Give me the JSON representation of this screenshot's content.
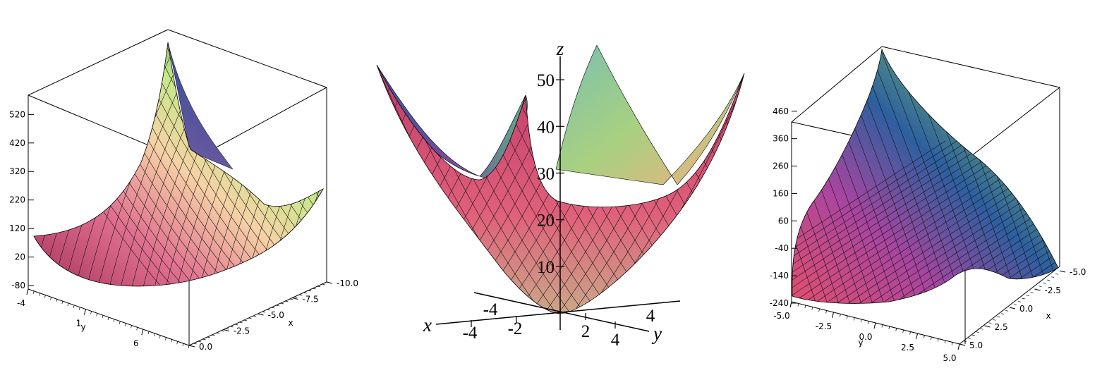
{
  "chart_data": [
    {
      "type": "surface3d",
      "position": "left",
      "box": "boxed",
      "x_axis": {
        "label": "x",
        "ticks": [
          "-10.0",
          "-7.5",
          "-5.0",
          "-2.5",
          "0.0"
        ],
        "range": [
          -10,
          0
        ]
      },
      "y_axis": {
        "label": "y",
        "ticks": [
          "-4",
          "1",
          "6"
        ],
        "range": [
          -4,
          10
        ]
      },
      "z_axis": {
        "label": "",
        "ticks": [
          "-80",
          "20",
          "120",
          "220",
          "320",
          "420",
          "520"
        ],
        "range": [
          -80,
          600
        ]
      },
      "colors": [
        "#a8345c",
        "#e05a7a",
        "#f6d2a6",
        "#faf6dc",
        "#c8e88a",
        "#5ea85e",
        "#2d5fa0"
      ]
    },
    {
      "type": "surface3d",
      "position": "center",
      "box": "normal-axes",
      "x_axis": {
        "label": "x",
        "ticks": [
          "-4",
          "-2"
        ],
        "range": [
          -5,
          5
        ]
      },
      "y_axis": {
        "label": "y",
        "ticks": [
          "2",
          "4"
        ],
        "range": [
          -5,
          5
        ]
      },
      "z_axis": {
        "label": "z",
        "ticks": [
          "10",
          "20",
          "30",
          "40",
          "50"
        ],
        "range": [
          0,
          55
        ]
      },
      "extra_ticks": [
        "-4",
        "4"
      ],
      "colors": [
        "#d24876",
        "#e06a5a",
        "#7cc09a",
        "#2d5fa0"
      ]
    },
    {
      "type": "surface3d",
      "position": "right",
      "box": "boxed",
      "x_axis": {
        "label": "x",
        "ticks": [
          "-5.0",
          "-2.5",
          "0.0",
          "2.5",
          "5.0"
        ],
        "range": [
          -5,
          5
        ]
      },
      "y_axis": {
        "label": "y",
        "ticks": [
          "-5.0",
          "-2.5",
          "0.0",
          "2.5",
          "5.0"
        ],
        "range": [
          -5,
          5
        ]
      },
      "z_axis": {
        "label": "",
        "ticks": [
          "-240",
          "-140",
          "-40",
          "60",
          "160",
          "260",
          "360",
          "460"
        ],
        "range": [
          -240,
          480
        ]
      },
      "colors": [
        "#e2506e",
        "#a845a0",
        "#2d5fa0",
        "#6cb46a",
        "#f6e48a"
      ]
    }
  ]
}
